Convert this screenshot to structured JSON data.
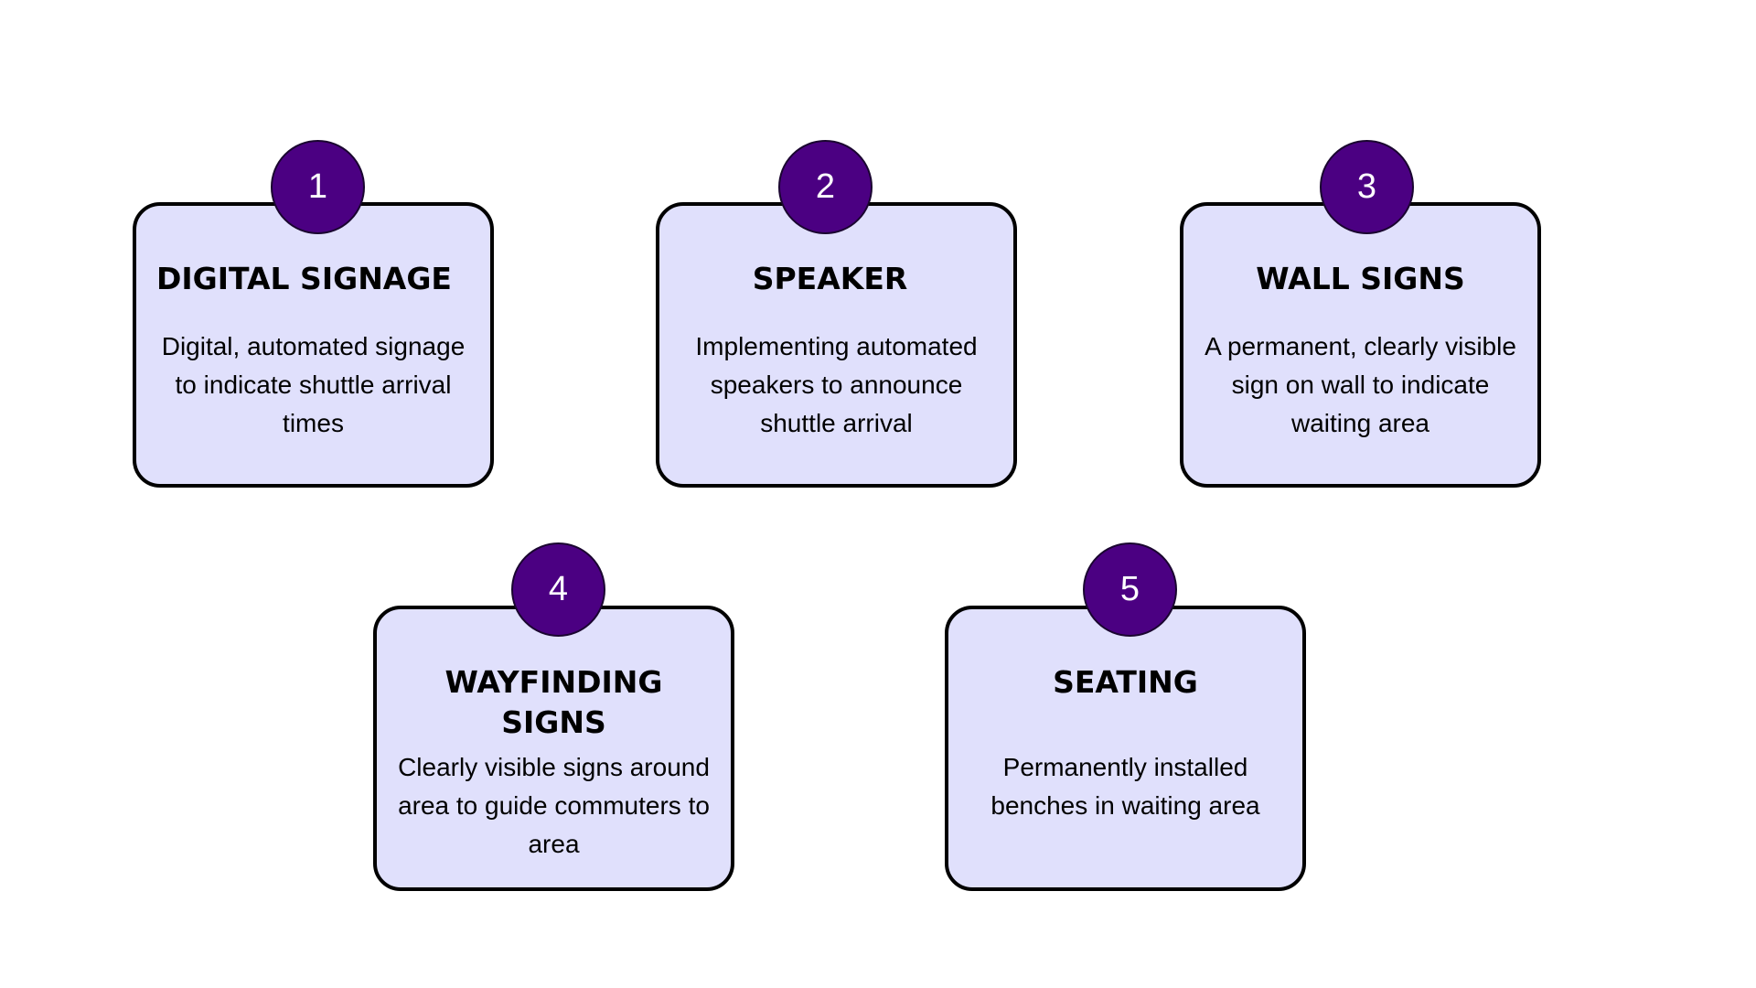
{
  "colors": {
    "card_fill": "#e0e0fc",
    "card_border": "#000000",
    "badge_fill": "#4b0082",
    "badge_text": "#ffffff"
  },
  "cards": [
    {
      "number": "1",
      "title": "DIGITAL SIGNAGE",
      "description": "Digital, automated signage to indicate shuttle arrival times"
    },
    {
      "number": "2",
      "title": "SPEAKER",
      "description": "Implementing automated speakers to announce shuttle arrival"
    },
    {
      "number": "3",
      "title": "WALL SIGNS",
      "description": "A permanent, clearly visible sign on wall to indicate waiting area"
    },
    {
      "number": "4",
      "title": "WAYFINDING SIGNS",
      "description": "Clearly visible signs around area to guide commuters to area"
    },
    {
      "number": "5",
      "title": "SEATING",
      "description": "Permanently installed benches in waiting area"
    }
  ]
}
